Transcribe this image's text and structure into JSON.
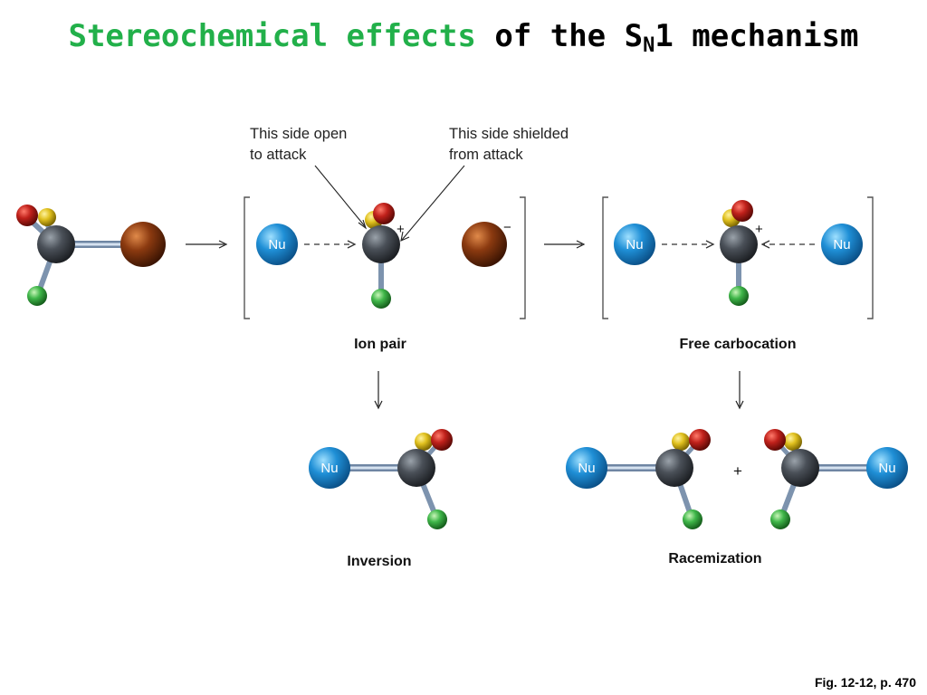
{
  "title": {
    "part1": "Stereochemical effects",
    "part2": "of the S",
    "sub": "N",
    "part3": "1 mechanism"
  },
  "annotations": {
    "open_side_line1": "This side open",
    "open_side_line2": "to attack",
    "shielded_side_line1": "This side shielded",
    "shielded_side_line2": "from attack"
  },
  "captions": {
    "ion_pair": "Ion pair",
    "free_carbocation": "Free carbocation",
    "inversion": "Inversion",
    "racemization": "Racemization"
  },
  "atoms": {
    "nucleophile": "Nu"
  },
  "charges": {
    "plus": "+",
    "minus": "−"
  },
  "racemization_plus": "+",
  "figure_reference": "Fig. 12-12, p. 470",
  "colors": {
    "title_accent": "#22b04a",
    "carbon": "#3a3f45",
    "oxygen_red": "#c0211b",
    "sulfur_yellow": "#e0c01e",
    "chlorine_green": "#3fb649",
    "bromine_brown": "#8b3a10",
    "nucleophile_blue": "#1f8fd6",
    "bond": "#9fb3cc"
  }
}
